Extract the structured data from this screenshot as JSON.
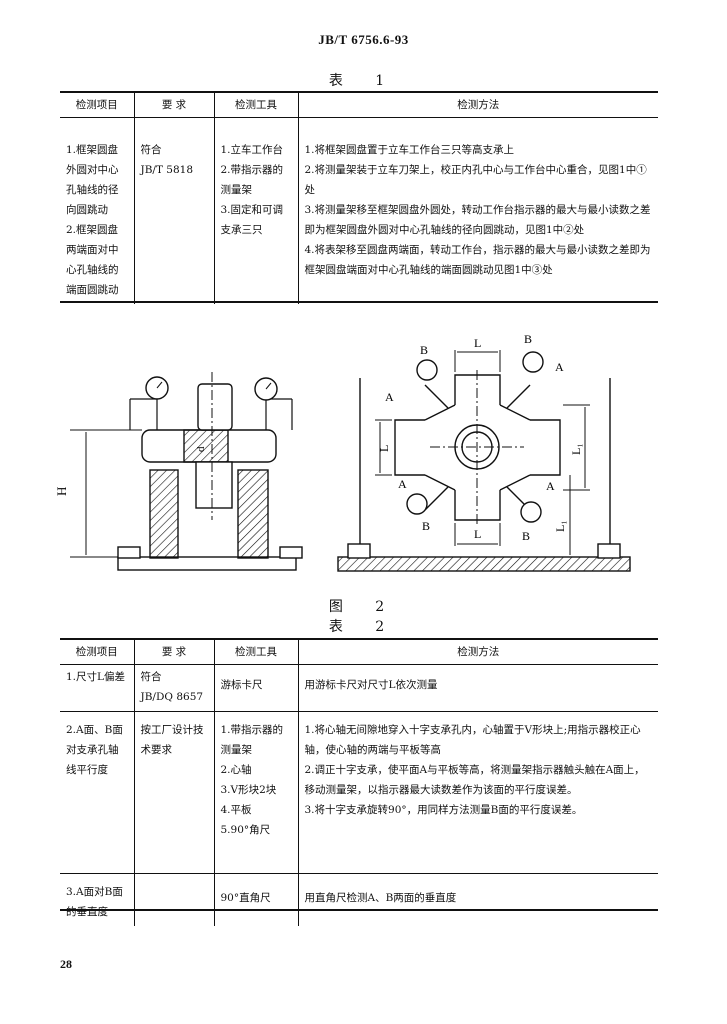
{
  "header": {
    "standard_number": "JB/T 6756.6-93"
  },
  "table1": {
    "caption": "表 1",
    "columns": [
      "检测项目",
      "要 求",
      "检测工具",
      "检测方法"
    ],
    "row": {
      "item": "1.框架圆盘外圆对中心孔轴线的径向圆跳动\n2.框架圆盘两端面对中心孔轴线的端面圆跳动",
      "requirement": "符合\nJB/T 5818",
      "tools": "1.立车工作台\n2.带指示器的测量架\n3.固定和可调支承三只",
      "method": [
        "1.将框架圆盘置于立车工作台三只等高支承上",
        "2.将测量架装于立车刀架上，校正内孔中心与工作台中心重合，见图1中①处",
        "3.将测量架移至框架圆盘外圆处，转动工作台指示器的最大与最小读数之差即为框架圆盘外圆对中心孔轴线的径向圆跳动，见图1中②处",
        "4.将表架移至圆盘两端面，转动工作台，指示器的最大与最小读数之差即为框架圆盘端面对中心孔轴线的端面圆跳动见图1中③处"
      ]
    }
  },
  "figure": {
    "caption": "图 2",
    "left_labels": {
      "h": "H",
      "d": "d"
    },
    "right_labels": {
      "a": "A",
      "b": "B",
      "l": "L",
      "l1": "L₁"
    }
  },
  "table2": {
    "caption": "表 2",
    "columns": [
      "检测项目",
      "要 求",
      "检测工具",
      "检测方法"
    ],
    "rows": [
      {
        "item": "1.尺寸L偏差",
        "requirement": "符合\nJB/DQ 8657",
        "tools": "游标卡尺",
        "method": [
          "用游标卡尺对尺寸L依次测量"
        ]
      },
      {
        "item": "2.A面、B面对支承孔轴线平行度",
        "requirement": "按工厂设计技术要求",
        "tools": "1.带指示器的测量架\n2.心轴\n3.V形块2块\n4.平板\n5.90°角尺",
        "method": [
          "1.将心轴无间隙地穿入十字支承孔内，心轴置于V形块上;用指示器校正心轴，使心轴的两端与平板等高",
          "2.调正十字支承，使平面A与平板等高，将测量架指示器触头触在A面上，移动测量架，以指示器最大读数差作为该面的平行度误差。",
          "3.将十字支承旋转90°，用同样方法测量B面的平行度误差。"
        ]
      },
      {
        "item": "3.A面对B面的垂直度",
        "requirement": "",
        "tools": "90°直角尺",
        "method": [
          "用直角尺检测A、B两面的垂直度"
        ]
      }
    ]
  },
  "footer": {
    "page_number": "28"
  }
}
